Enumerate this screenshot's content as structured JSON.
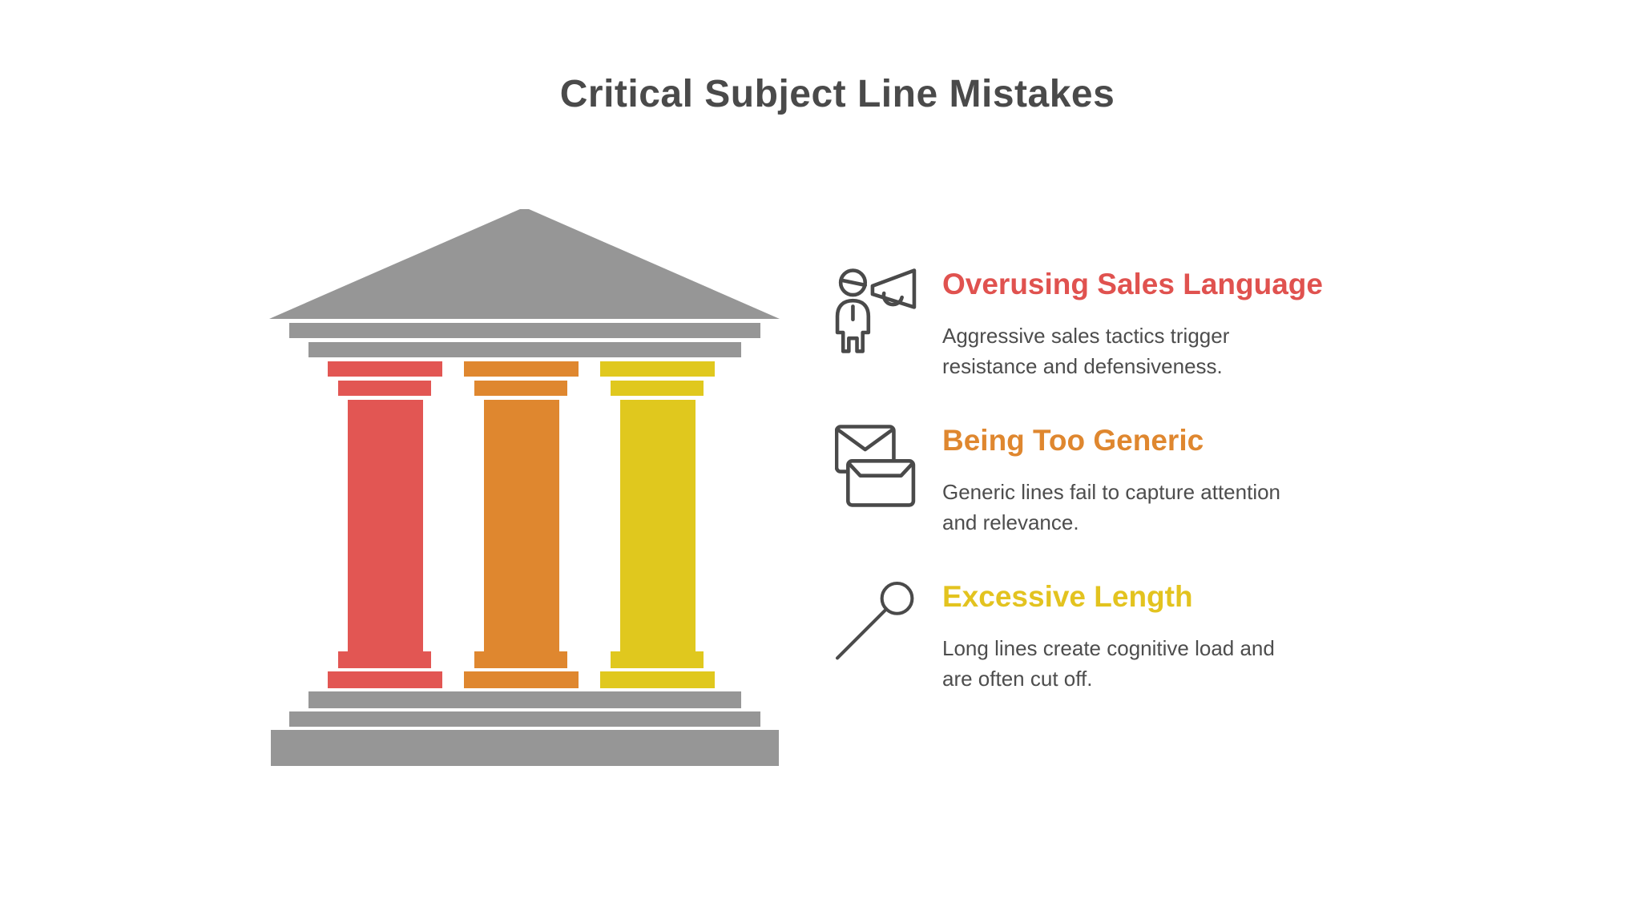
{
  "page": {
    "title": "Critical Subject Line Mistakes",
    "title_color": "#4a4a4a",
    "background_color": "#ffffff"
  },
  "temple": {
    "structure_color": "#969696",
    "pillars": [
      {
        "name": "red-pillar",
        "color": "#e25653"
      },
      {
        "name": "orange-pillar",
        "color": "#df872f"
      },
      {
        "name": "yellow-pillar",
        "color": "#e0c81e"
      }
    ]
  },
  "icons": {
    "stroke_color": "#4a4a4a"
  },
  "text_color": "#4d4d4d",
  "mistakes": [
    {
      "icon": "person-megaphone",
      "title": "Overusing Sales Language",
      "title_color": "#e0524f",
      "desc_lines": [
        "Aggressive sales tactics trigger",
        "resistance and defensiveness."
      ]
    },
    {
      "icon": "double-envelope",
      "title": "Being Too Generic",
      "title_color": "#df872f",
      "desc_lines": [
        "Generic lines fail to capture attention",
        "and relevance."
      ]
    },
    {
      "icon": "magnifier",
      "title": "Excessive Length",
      "title_color": "#e3c31f",
      "desc_lines": [
        "Long lines create cognitive load and",
        "are often cut off."
      ]
    }
  ]
}
